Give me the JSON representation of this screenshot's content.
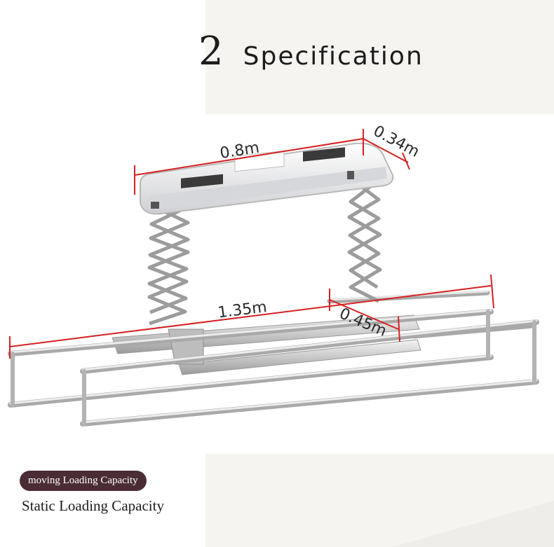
{
  "header": {
    "number": "2",
    "title": "Specification"
  },
  "dimensions": {
    "top_length": "0.8m",
    "top_width": "0.34m",
    "rod_length": "1.35m",
    "rod_width": "0.45m"
  },
  "labels": {
    "moving": "moving Loading Capacity",
    "static": "Static Loading Capacity"
  },
  "colors": {
    "dimension_line": "#d62020",
    "badge_bg": "#4a2c34",
    "panel_bg": "#f5f4f1"
  }
}
